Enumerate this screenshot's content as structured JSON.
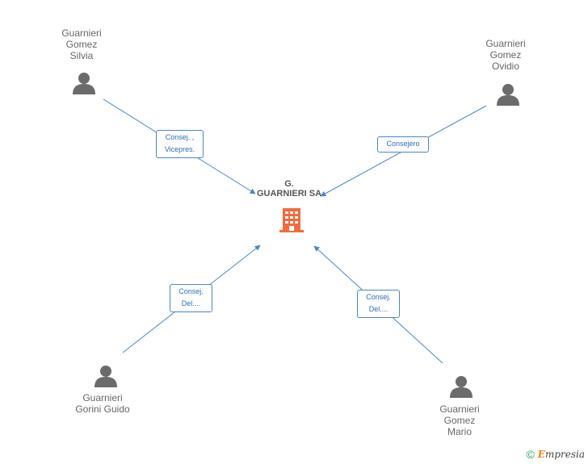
{
  "company": {
    "name_lines": [
      "G.",
      "GUARNIERI SA"
    ],
    "icon": "building-icon",
    "color": "#f26a3d"
  },
  "people": [
    {
      "id": "silvia",
      "name_lines": [
        "Guarnieri",
        "Gomez",
        "Silvia"
      ],
      "icon": "person-icon"
    },
    {
      "id": "ovidio",
      "name_lines": [
        "Guarnieri",
        "Gomez",
        "Ovidio"
      ],
      "icon": "person-icon"
    },
    {
      "id": "guido",
      "name_lines": [
        "Guarnieri",
        "Gorini Guido"
      ],
      "icon": "person-icon"
    },
    {
      "id": "mario",
      "name_lines": [
        "Guarnieri",
        "Gomez",
        "Mario"
      ],
      "icon": "person-icon"
    }
  ],
  "relations": [
    {
      "from": "silvia",
      "label_lines": [
        "Consej. ,",
        "Vicepres."
      ]
    },
    {
      "from": "ovidio",
      "label_lines": [
        "Consejero"
      ]
    },
    {
      "from": "guido",
      "label_lines": [
        "Consej.",
        "Del...."
      ]
    },
    {
      "from": "mario",
      "label_lines": [
        "Consej.",
        "Del...."
      ]
    }
  ],
  "colors": {
    "edge": "#4a86c8",
    "person_icon": "#6b6b6b",
    "text": "#666666"
  },
  "footer": {
    "copyright_symbol": "©",
    "brand_initial": "E",
    "brand_rest": "mpresia"
  }
}
